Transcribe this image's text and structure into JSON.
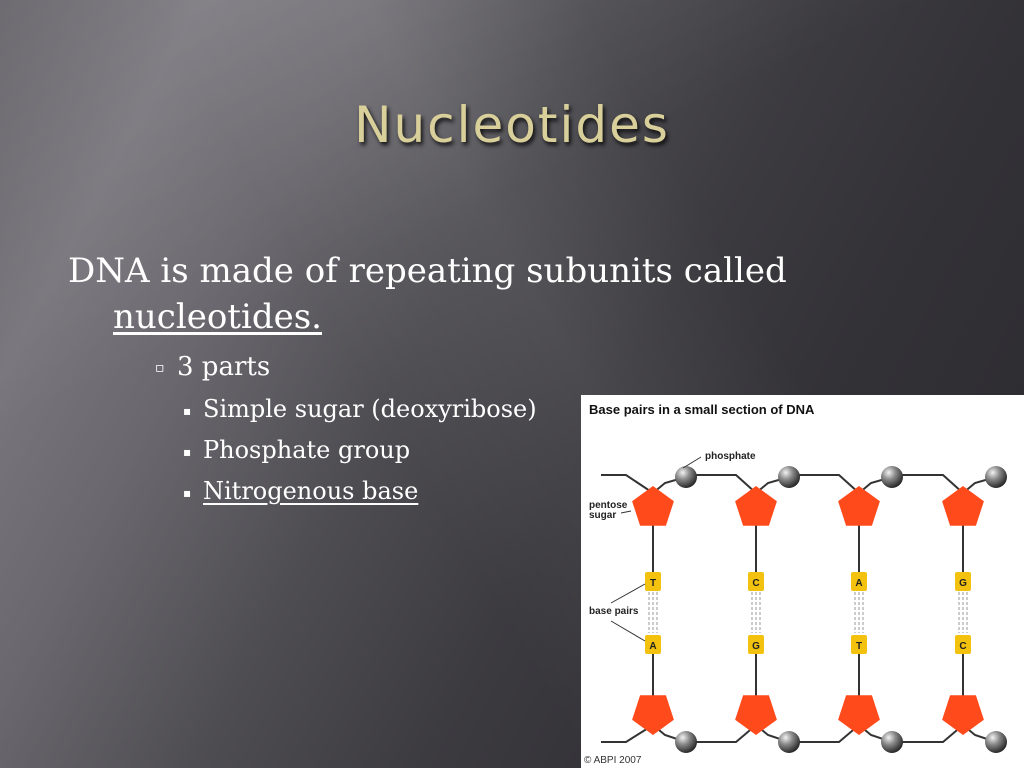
{
  "slide": {
    "title": "Nucleotides",
    "intro_line1": "DNA is made of repeating subunits called",
    "intro_line2": "nucleotides.",
    "level2": {
      "bullet": "▫",
      "text": "3 parts"
    },
    "level3": [
      {
        "bullet": "▪",
        "text": "Simple sugar (deoxyribose)"
      },
      {
        "bullet": "▪",
        "text": "Phosphate group"
      },
      {
        "bullet": "▪",
        "text": "Nitrogenous base"
      }
    ]
  },
  "figure": {
    "title": "Base pairs in a small section of DNA",
    "label_phosphate": "phosphate",
    "label_pentose_1": "pentose",
    "label_pentose_2": "sugar",
    "label_base_pairs": "base pairs",
    "copyright": "© ABPI 2007",
    "top_bases": [
      "T",
      "C",
      "A",
      "G"
    ],
    "bottom_bases": [
      "A",
      "G",
      "T",
      "C"
    ],
    "colors": {
      "sugar": "#ff4a1c",
      "base": "#f2c20e",
      "phosphate": "#555555"
    }
  }
}
